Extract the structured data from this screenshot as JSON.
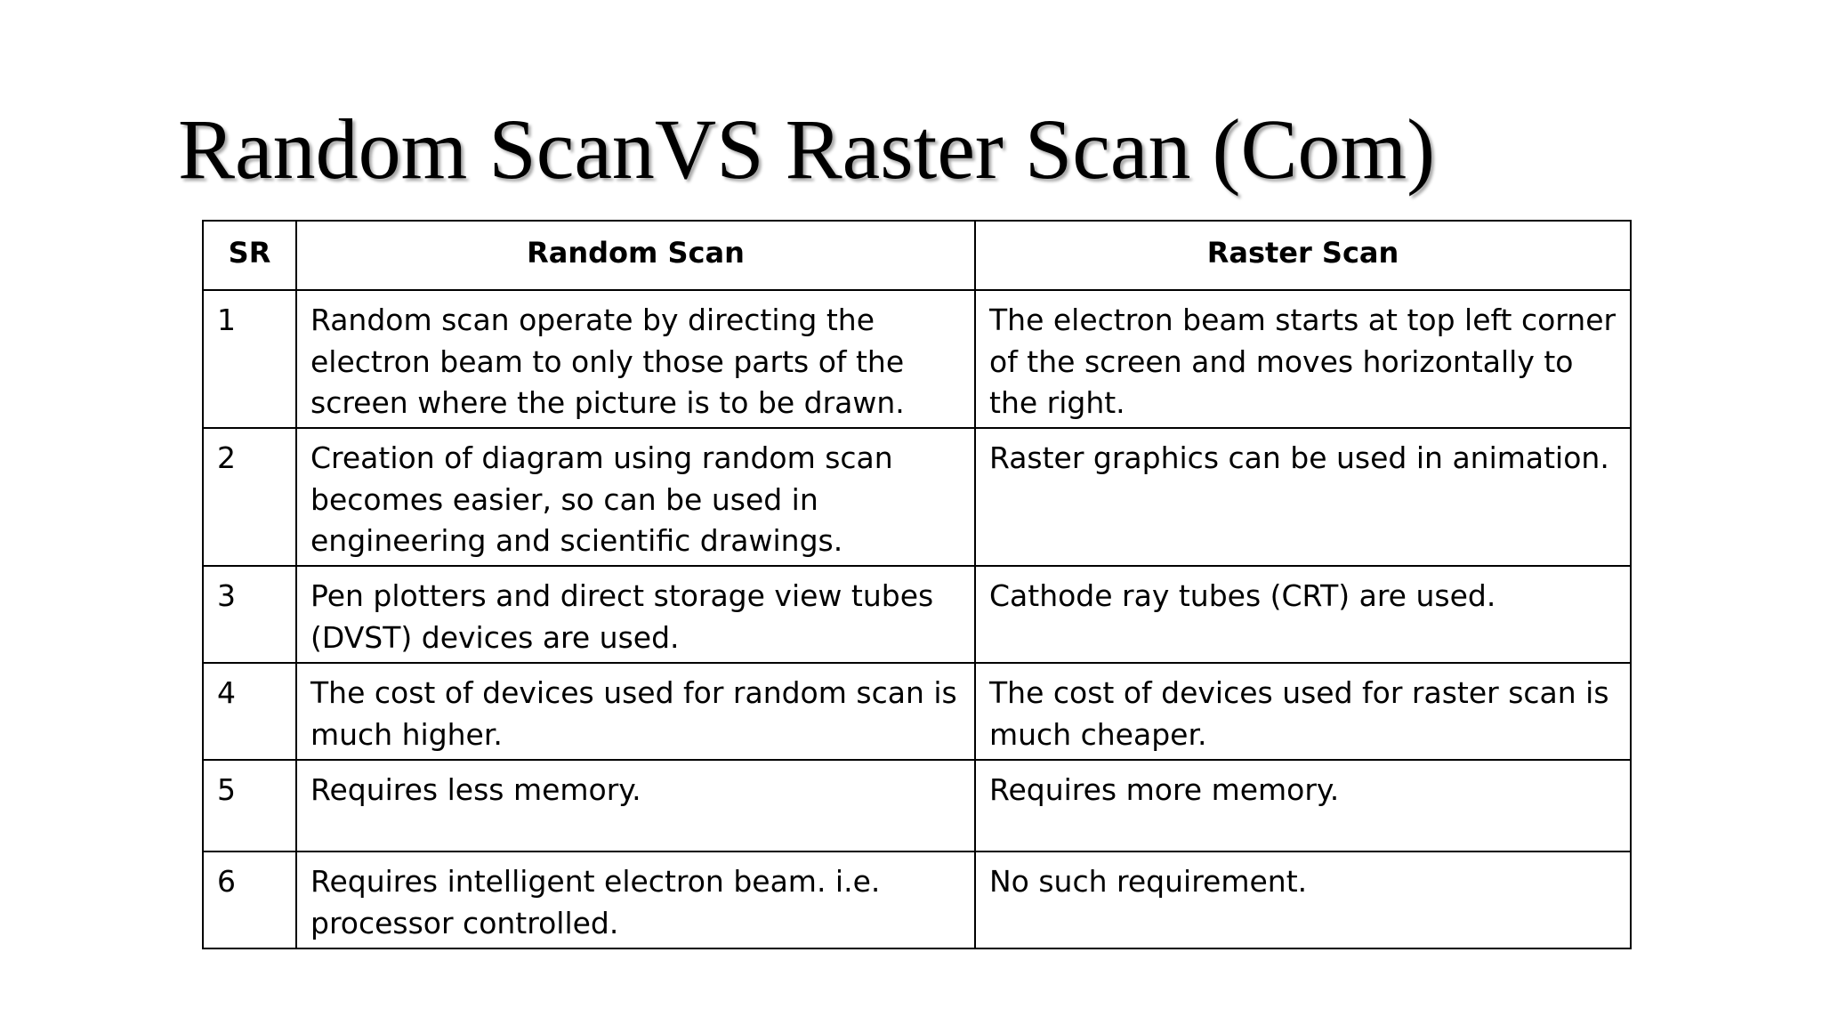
{
  "slide": {
    "title": "Random ScanVS Raster Scan (Com)"
  },
  "table": {
    "headers": {
      "sr": "SR",
      "random": "Random Scan",
      "raster": "Raster Scan"
    },
    "rows": [
      {
        "sr": "1",
        "random": "Random scan operate by directing the electron beam to only those parts of the screen where the picture is to be drawn.",
        "raster": "The electron beam starts at top left corner of the screen and moves horizontally to the right."
      },
      {
        "sr": "2",
        "random": "Creation of diagram using random scan becomes easier, so can be used in engineering and scientific drawings.",
        "raster": "Raster graphics can be used in animation."
      },
      {
        "sr": "3",
        "random": "Pen plotters and direct storage view tubes (DVST) devices are used.",
        "raster": "Cathode ray tubes (CRT) are used."
      },
      {
        "sr": "4",
        "random": "The cost of devices used for random scan is much higher.",
        "raster": "The cost of devices used for raster scan is much cheaper."
      },
      {
        "sr": "5",
        "random": "Requires less memory.",
        "raster": "Requires more memory."
      },
      {
        "sr": "6",
        "random": "Requires intelligent electron beam. i.e. processor controlled.",
        "raster": "No such requirement."
      }
    ]
  }
}
